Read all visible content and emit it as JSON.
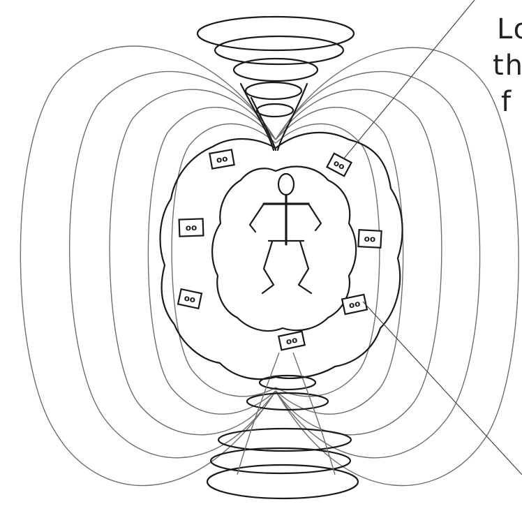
{
  "annotation": {
    "lines": [
      "Lo",
      "th",
      "f"
    ]
  },
  "device_label": "oo",
  "colors": {
    "ink": "#1a1a1a",
    "field_lines": "#6e6e6e",
    "paper": "#ffffff"
  }
}
